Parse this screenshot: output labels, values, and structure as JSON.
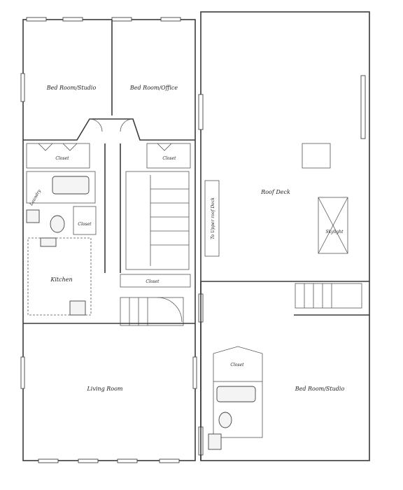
{
  "rooms": {
    "bedroom_studio_left": "Bed Room/Studio",
    "bedroom_office": "Bed Room/Office",
    "closet_left": "Closet",
    "closet_mid": "Closet",
    "laundry": "Laundry",
    "closet_bath": "Closet",
    "kitchen": "Kitchen",
    "closet_hall": "Closet",
    "living_room": "Living Room",
    "roof_deck": "Roof Deck",
    "upper_roof_deck": "To Upper roof Deck",
    "skylight": "Skylight",
    "bedroom_studio_right": "Bed Room/Studio",
    "closet_right": "Closet"
  }
}
